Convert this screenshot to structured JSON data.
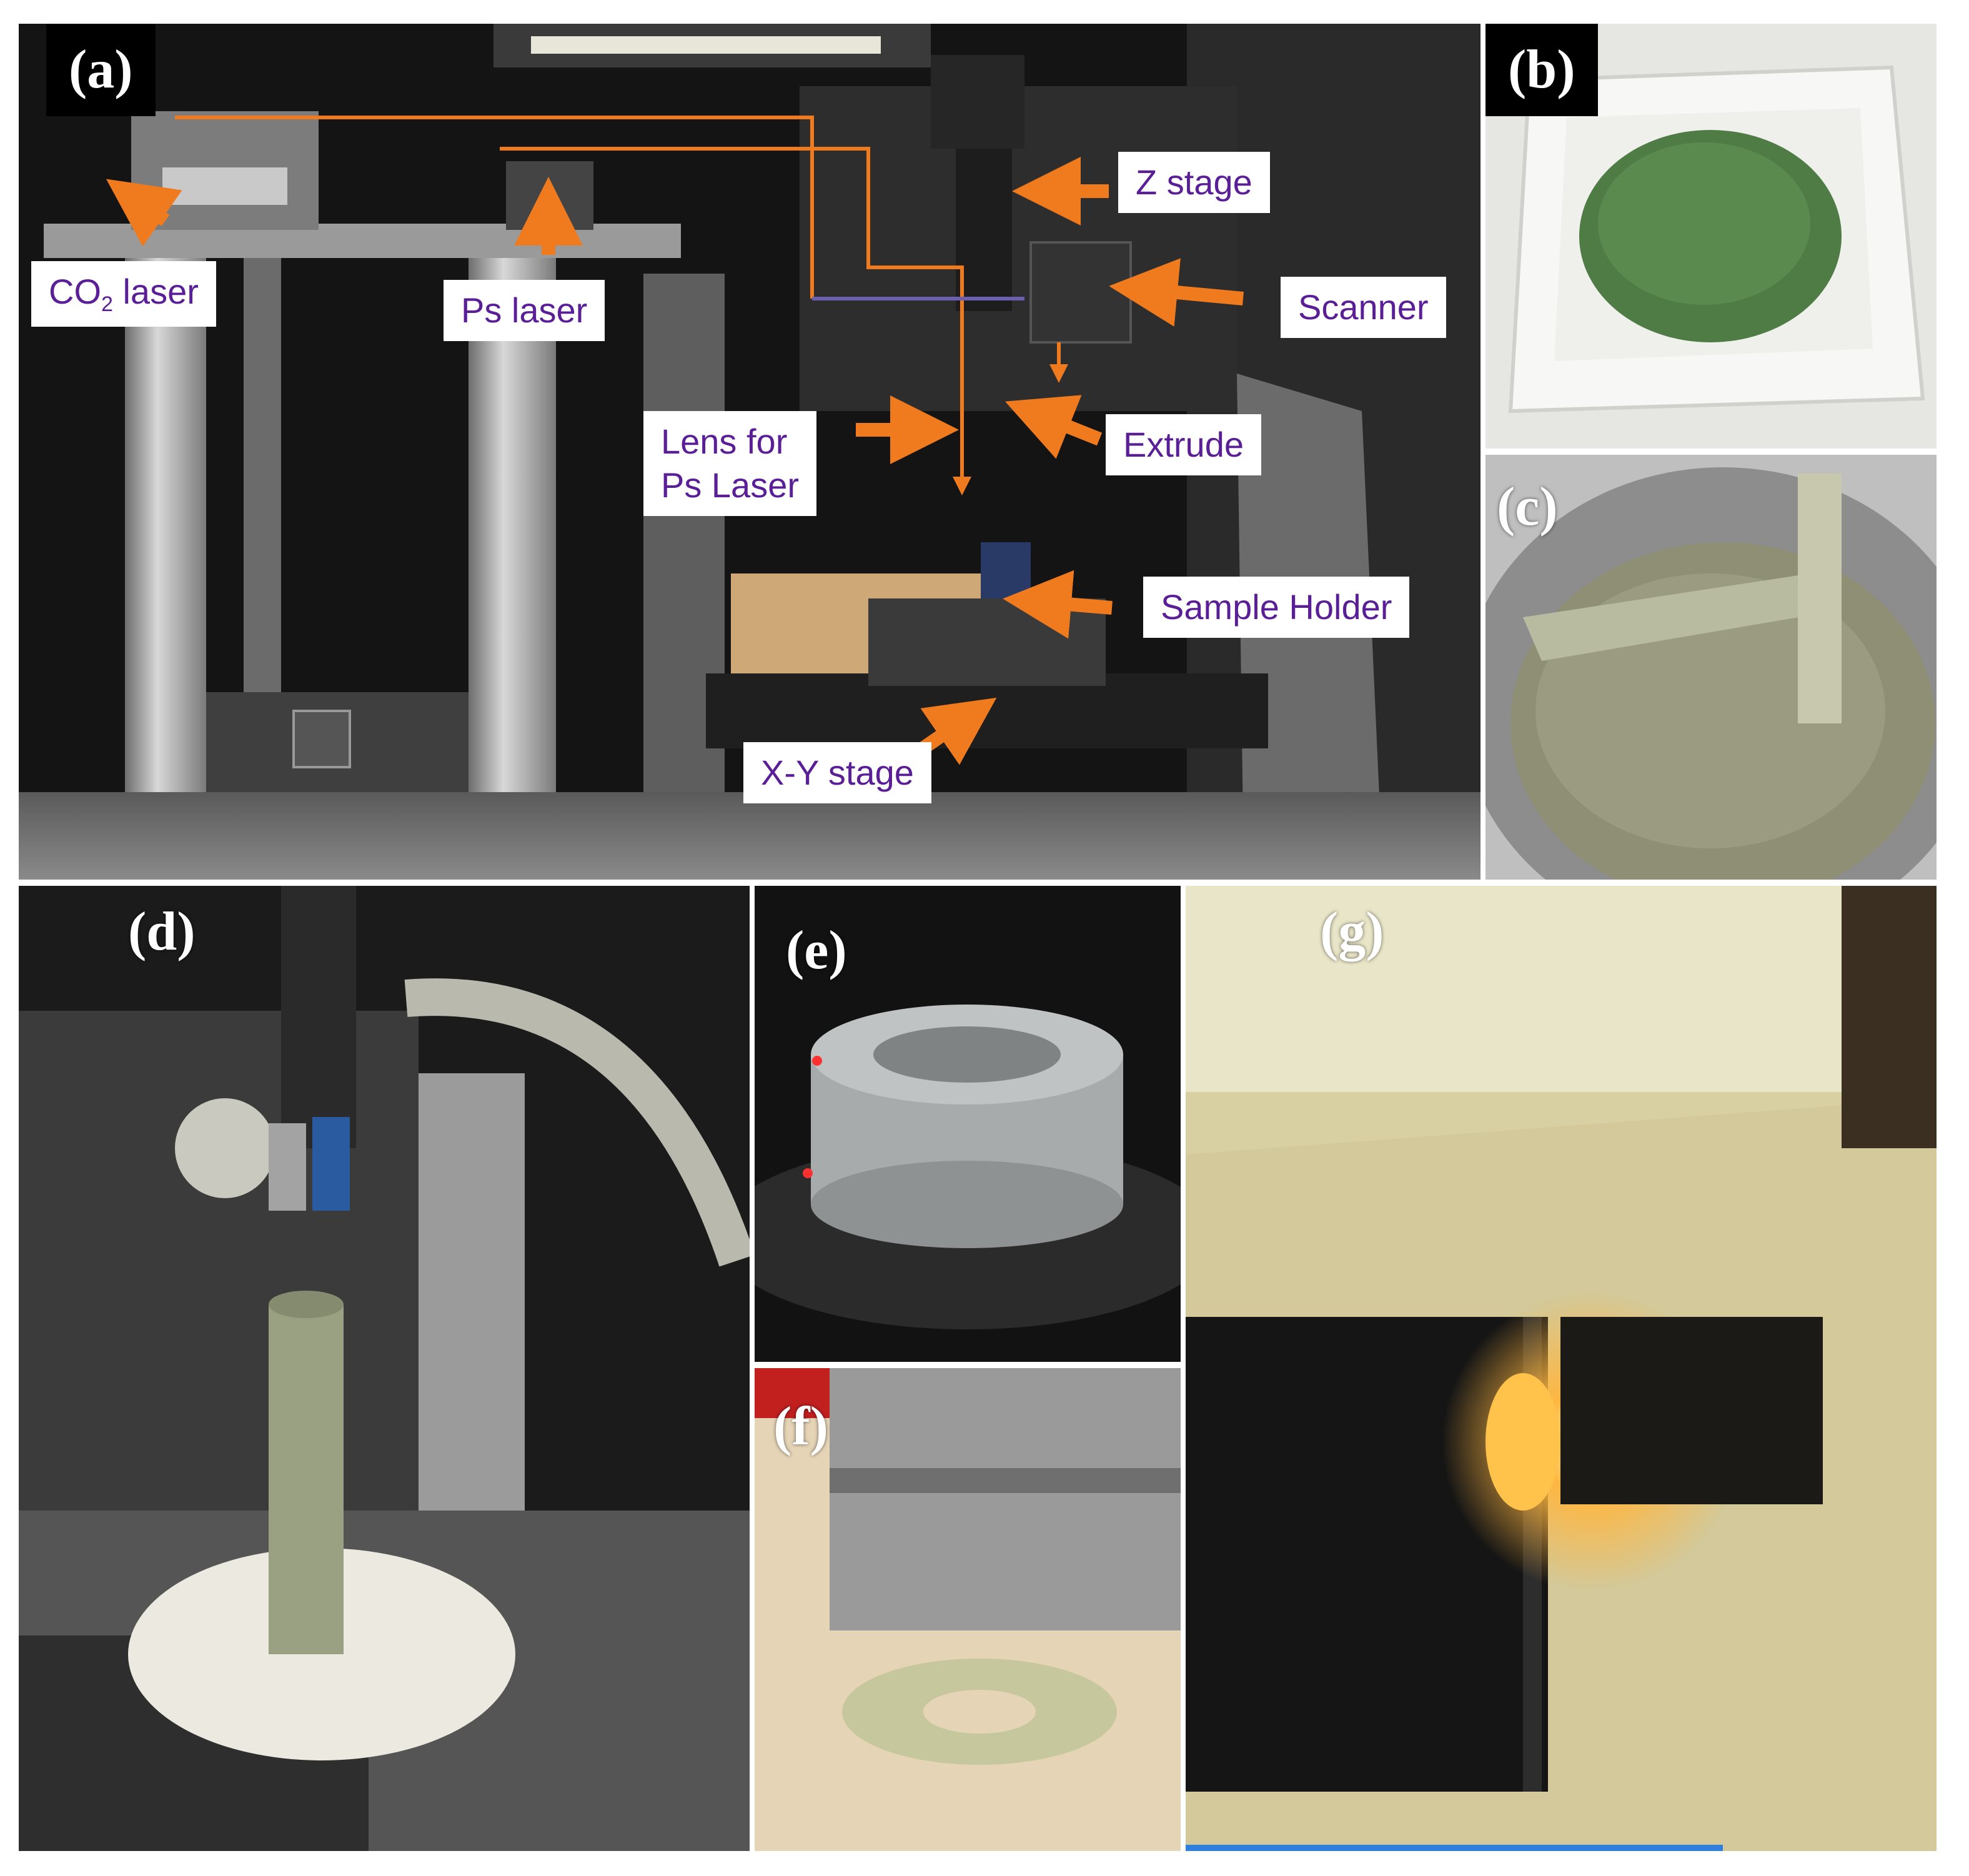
{
  "panels": {
    "a": {
      "tag": "(a)",
      "labels": {
        "co2_laser": {
          "main": "CO",
          "sub": "2",
          "rest": " laser"
        },
        "ps_laser": "Ps laser",
        "z_stage": "Z stage",
        "scanner": "Scanner",
        "lens": {
          "line1": "Lens for",
          "line2": "Ps Laser"
        },
        "extrude": "Extrude",
        "sample_holder": "Sample Holder",
        "xy_stage": "X-Y stage"
      }
    },
    "b": {
      "tag": "(b)"
    },
    "c": {
      "tag": "(c)"
    },
    "d": {
      "tag": "(d)"
    },
    "e": {
      "tag": "(e)"
    },
    "f": {
      "tag": "(f)"
    },
    "g": {
      "tag": "(g)"
    }
  },
  "colors": {
    "arrow": "#f07a1e",
    "label_text": "#5a1f96",
    "label_bg": "#ffffff",
    "panel_a_bg": "#161616"
  }
}
